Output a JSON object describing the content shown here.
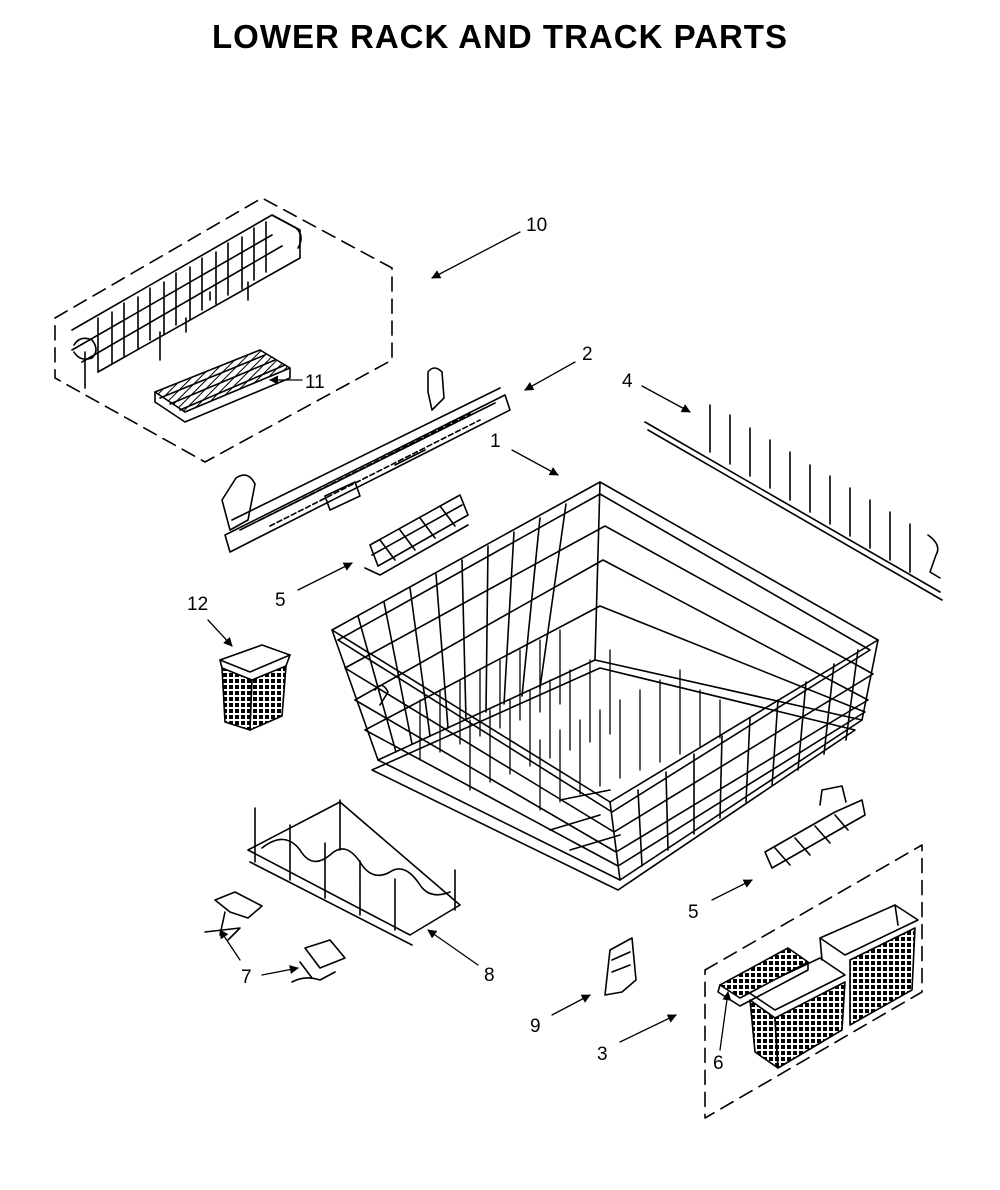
{
  "title": "LOWER RACK AND TRACK PARTS",
  "callouts": [
    "1",
    "2",
    "3",
    "4",
    "5",
    "5",
    "6",
    "7",
    "8",
    "9",
    "10",
    "11",
    "12"
  ]
}
